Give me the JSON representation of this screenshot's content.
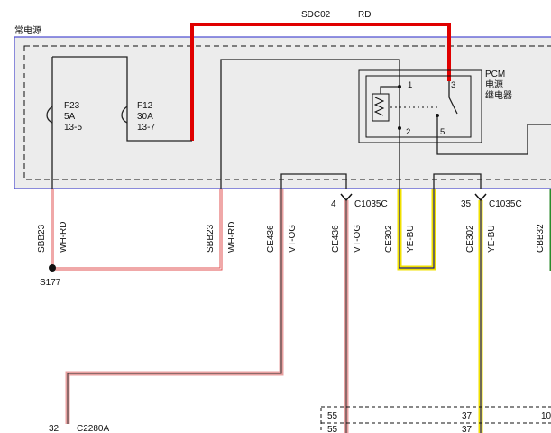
{
  "region": {
    "title": "常电源",
    "border_color": "#4a4ad0",
    "fill_color": "#ececec"
  },
  "top_wire": {
    "circuit": "SDC02",
    "color_code": "RD",
    "color": "#e00000"
  },
  "fuses": [
    {
      "name": "F23",
      "rating": "5A",
      "location": "13-5"
    },
    {
      "name": "F12",
      "rating": "30A",
      "location": "13-7"
    }
  ],
  "relay": {
    "title_lines": [
      "PCM",
      "电源",
      "继电器"
    ],
    "pins": [
      "1",
      "2",
      "3",
      "5"
    ]
  },
  "wires": [
    {
      "circuit": "SBB23",
      "color_code": "WH-RD"
    },
    {
      "circuit": "SBB23",
      "color_code": "WH-RD"
    },
    {
      "circuit": "CE436",
      "color_code": "VT-OG"
    },
    {
      "circuit": "CE436",
      "color_code": "VT-OG"
    },
    {
      "circuit": "CE302",
      "color_code": "YE-BU"
    },
    {
      "circuit": "CE302",
      "color_code": "YE-BU"
    },
    {
      "circuit": "CBB32",
      "color_code": ""
    }
  ],
  "connectors": [
    {
      "pin": "4",
      "name": "C1035C"
    },
    {
      "pin": "35",
      "name": "C1035C"
    },
    {
      "pin": "32",
      "name": "C2280A"
    }
  ],
  "splice": {
    "name": "S177"
  },
  "bottom_pins": [
    "55",
    "55",
    "37",
    "37",
    "10"
  ],
  "colors": {
    "wh_rd": "#e05050",
    "vt_og": "#e8a0a0",
    "ye_bu_outer": "#f0e000",
    "ye_bu_inner": "#1c1c8c",
    "green": "#2a8a2a"
  }
}
